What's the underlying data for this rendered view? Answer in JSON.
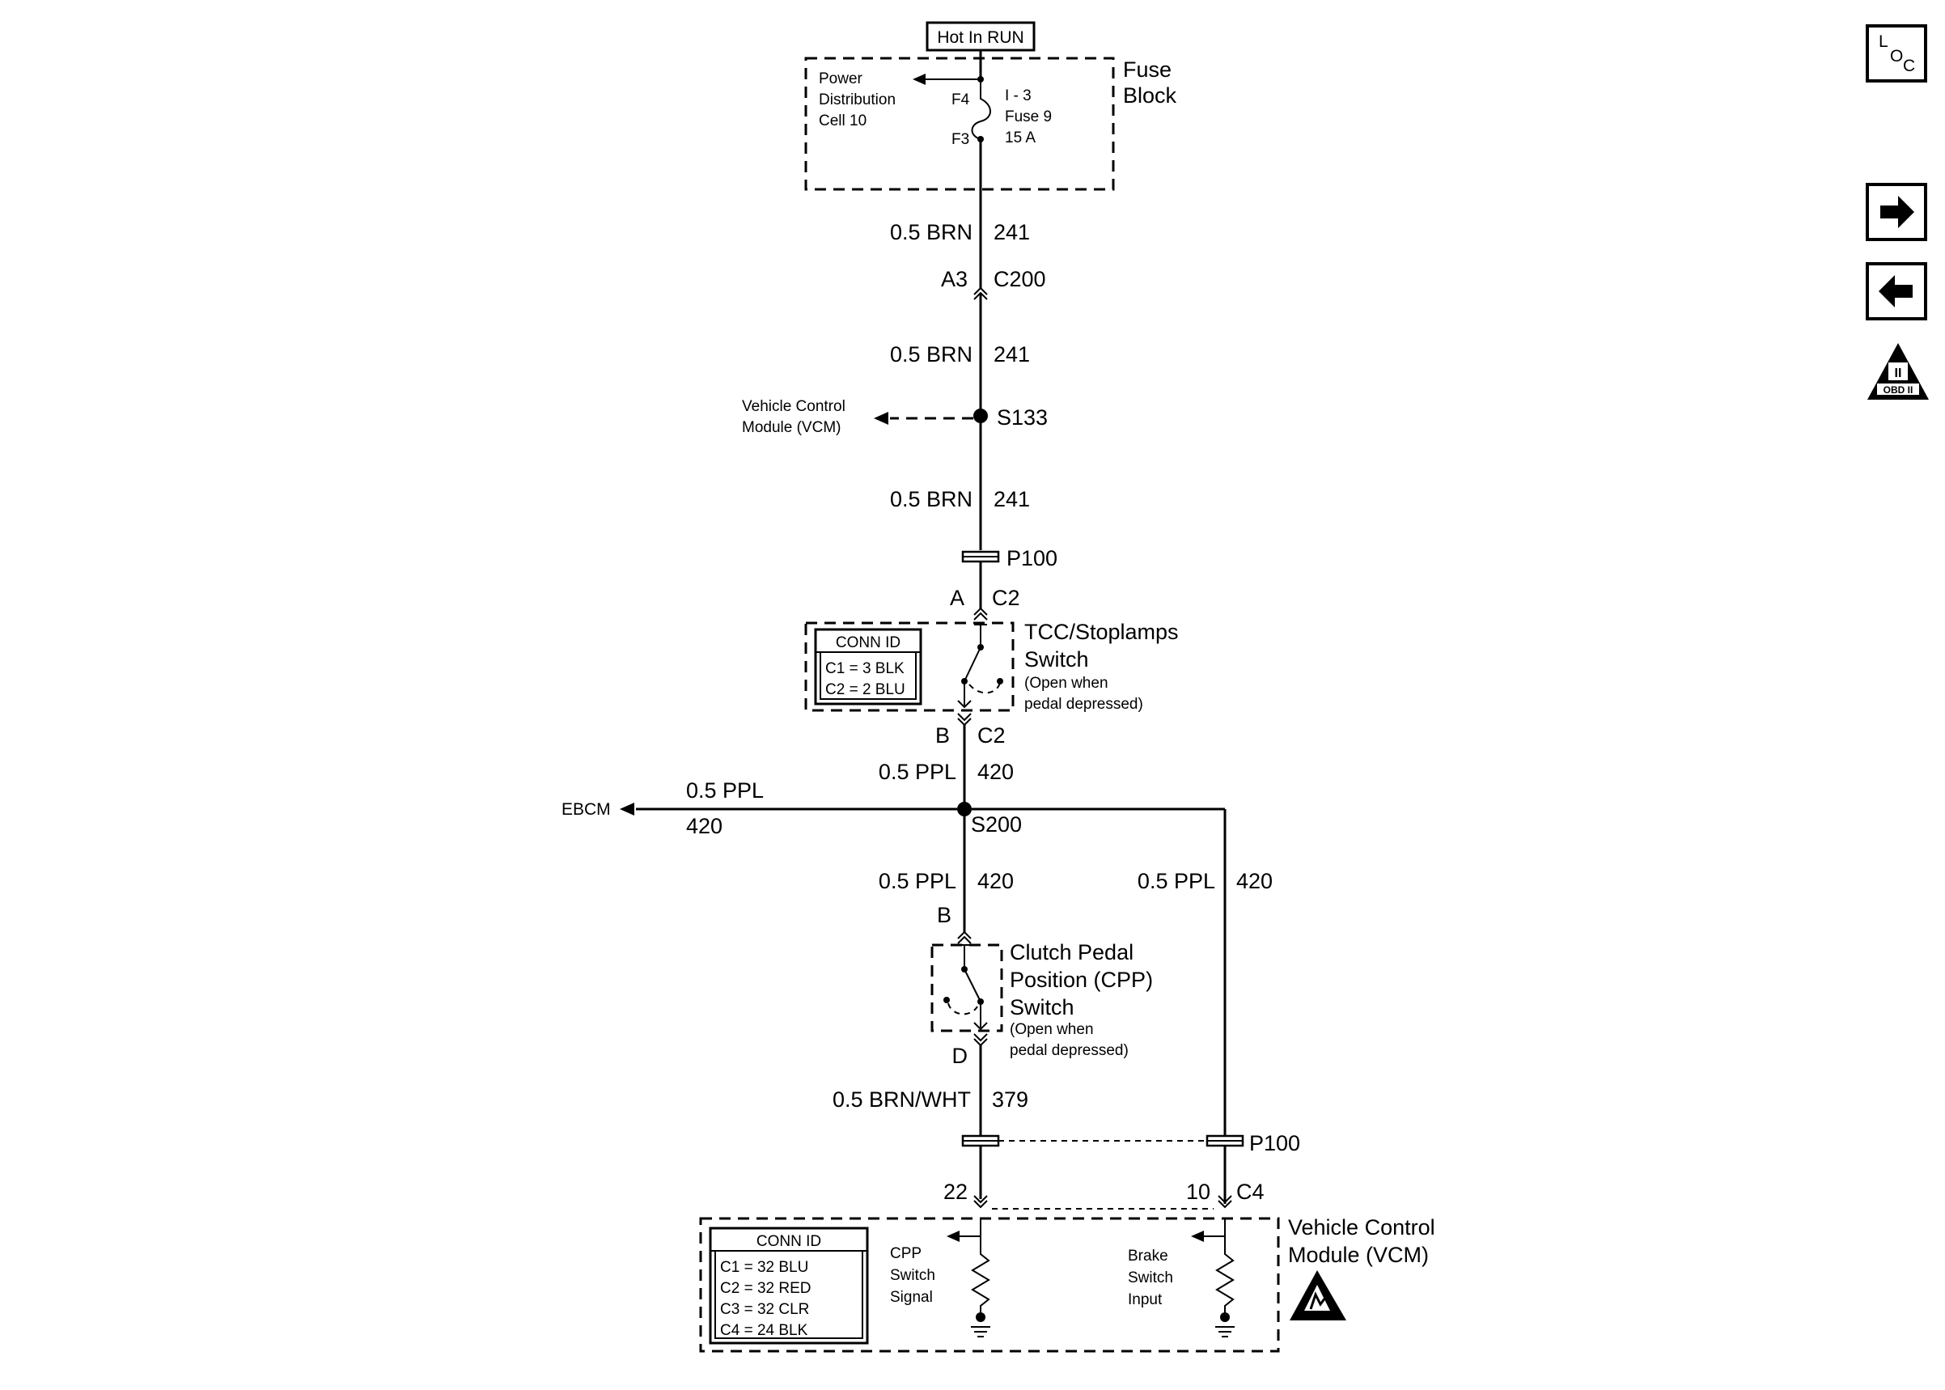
{
  "power_source": {
    "label": "Hot In RUN"
  },
  "fuse_block": {
    "title_line1": "Fuse",
    "title_line2": "Block",
    "pdc_line1": "Power",
    "pdc_line2": "Distribution",
    "pdc_line3": "Cell 10",
    "pin_top": "F4",
    "pin_bottom": "F3",
    "fuse_line1": "I - 3",
    "fuse_line2": "Fuse 9",
    "fuse_line3": "15 A"
  },
  "wire_241": {
    "gauge_color": "0.5 BRN",
    "circuit": "241"
  },
  "c200": {
    "pin": "A3",
    "connector": "C200"
  },
  "s133": {
    "splice": "S133",
    "dest_line1": "Vehicle Control",
    "dest_line2": "Module (VCM)"
  },
  "p100": {
    "label": "P100"
  },
  "tcc_switch": {
    "pin_top": "A",
    "conn_top": "C2",
    "pin_bottom": "B",
    "conn_bottom": "C2",
    "title_line1": "TCC/Stoplamps",
    "title_line2": "Switch",
    "note_line1": "(Open when",
    "note_line2": "pedal depressed)",
    "conn_id_title": "CONN ID",
    "conn_id_rows": [
      "C1 = 3 BLK",
      "C2 = 2 BLU"
    ]
  },
  "wire_420": {
    "gauge_color": "0.5 PPL",
    "circuit": "420"
  },
  "s200": {
    "splice": "S200",
    "dest": "EBCM"
  },
  "cpp_switch": {
    "pin_top": "B",
    "pin_bottom": "D",
    "title_line1": "Clutch Pedal",
    "title_line2": "Position (CPP)",
    "title_line3": "Switch",
    "note_line1": "(Open when",
    "note_line2": "pedal depressed)"
  },
  "wire_379": {
    "gauge_color": "0.5 BRN/WHT",
    "circuit": "379"
  },
  "vcm": {
    "pin_left": "22",
    "pin_right": "10",
    "connector": "C4",
    "title_line1": "Vehicle Control",
    "title_line2": "Module (VCM)",
    "conn_id_title": "CONN ID",
    "conn_id_rows": [
      "C1 = 32 BLU",
      "C2 = 32 RED",
      "C3 = 32 CLR",
      "C4 = 24 BLK"
    ],
    "cpp_line1": "CPP",
    "cpp_line2": "Switch",
    "cpp_line3": "Signal",
    "brake_line1": "Brake",
    "brake_line2": "Switch",
    "brake_line3": "Input"
  },
  "nav": {
    "loc_l": "L",
    "loc_o": "O",
    "loc_c": "C",
    "obd_roman": "II",
    "obd_text": "OBD II"
  }
}
